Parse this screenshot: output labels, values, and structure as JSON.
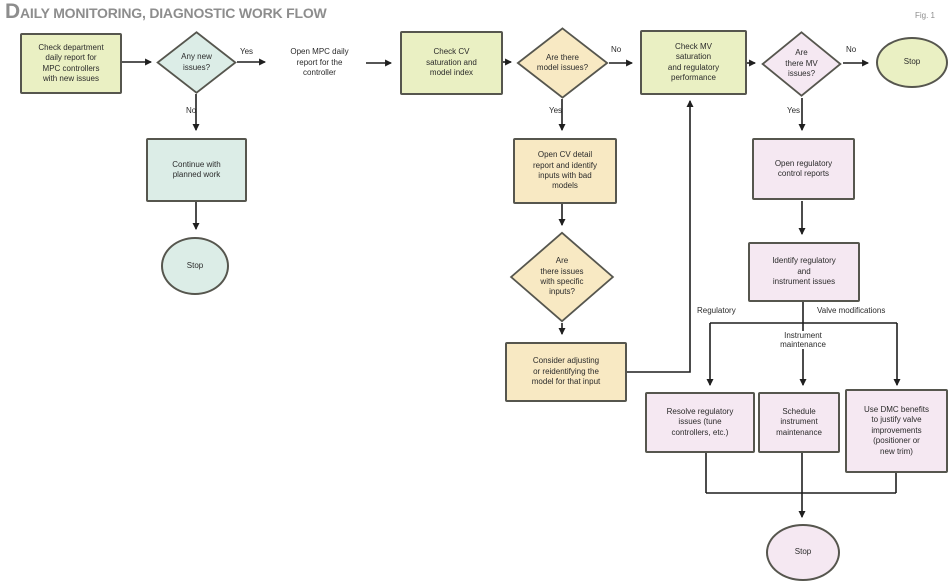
{
  "header": {
    "title": "Daily monitoring, diagnostic work flow",
    "fig": "Fig. 1"
  },
  "nodes": {
    "check_dept": "Check department\ndaily report for\nMPC controllers\nwith new issues",
    "any_new_issues": "Any new\nissues?",
    "open_mpc": "Open MPC daily\nreport for the\ncontroller",
    "check_cv": "Check CV\nsaturation and\nmodel index",
    "model_issues": "Are there\nmodel issues?",
    "check_mv": "Check MV\nsaturation\nand regulatory\nperformance",
    "mv_issues": "Are\nthere MV\nissues?",
    "stop_top": "Stop",
    "continue_work": "Continue with\nplanned work",
    "stop_left": "Stop",
    "open_cv_detail": "Open CV detail\nreport and identify\ninputs with bad\nmodels",
    "specific_inputs": "Are\nthere issues\nwith specific\ninputs?",
    "consider_adjust": "Consider adjusting\nor reidentifying the\nmodel for that input",
    "open_reg": "Open regulatory\ncontrol reports",
    "identify_issues": "Identify regulatory\nand\ninstrument issues",
    "resolve_reg": "Resolve regulatory\nissues (tune\ncontrollers, etc.)",
    "schedule_maint": "Schedule\ninstrument\nmaintenance",
    "use_dmc": "Use DMC benefits\nto justify valve\nimprovements\n(positioner or\nnew trim)",
    "stop_bottom": "Stop"
  },
  "edge_labels": {
    "yes1": "Yes",
    "no1": "No",
    "yes2": "Yes",
    "no2": "No",
    "yes3": "Yes",
    "no3": "No",
    "regulatory": "Regulatory",
    "valve_mods": "Valve modifications",
    "instrument_maint": "Instrument\nmaintenance"
  },
  "colors": {
    "green": "#eaf0c3",
    "mint": "#dcede7",
    "tan": "#f8e9c3",
    "pink": "#f5e8f2",
    "border": "#56564e",
    "line": "#1f1f1f"
  }
}
